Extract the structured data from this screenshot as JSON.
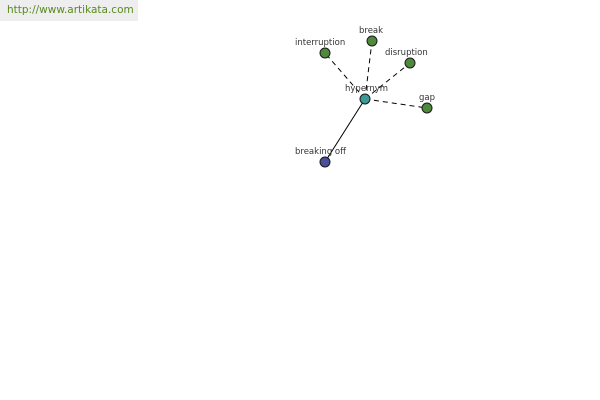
{
  "site": {
    "url": "http://www.artikata.com"
  },
  "graph": {
    "colors": {
      "center": "#3d9a98",
      "related": "#4f8a3c",
      "hypernym": "#4a4f9c",
      "edge": "#000000"
    },
    "center": {
      "id": "center",
      "label": "hypernym"
    },
    "nodes": [
      {
        "id": "interruption",
        "label": "interruption",
        "kind": "related"
      },
      {
        "id": "break",
        "label": "break",
        "kind": "related"
      },
      {
        "id": "disruption",
        "label": "disruption",
        "kind": "related"
      },
      {
        "id": "gap",
        "label": "gap",
        "kind": "related"
      },
      {
        "id": "breaking-off",
        "label": "breaking off",
        "kind": "hypernym"
      }
    ],
    "edges": [
      {
        "from": "center",
        "to": "interruption",
        "style": "dashed"
      },
      {
        "from": "center",
        "to": "break",
        "style": "dashed"
      },
      {
        "from": "center",
        "to": "disruption",
        "style": "dashed"
      },
      {
        "from": "center",
        "to": "gap",
        "style": "dashed"
      },
      {
        "from": "center",
        "to": "breaking-off",
        "style": "solid"
      }
    ]
  }
}
